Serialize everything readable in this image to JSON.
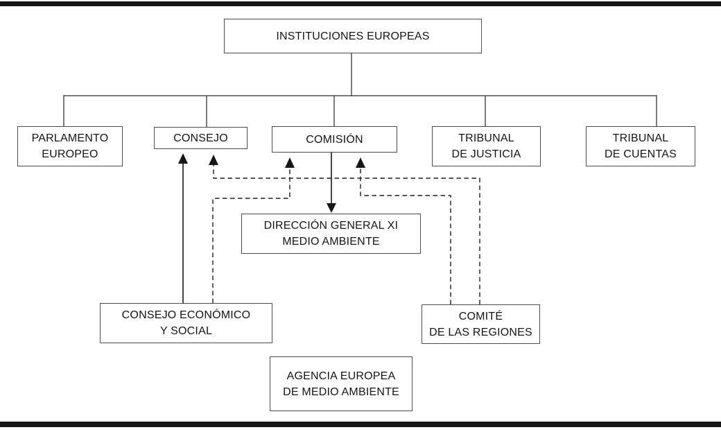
{
  "figure": {
    "language": "es",
    "description": "Organigrama de las instituciones europeas y su relación con los órganos consultivos y la Agencia Europea de Medio Ambiente"
  },
  "colors": {
    "background": "#ffffff",
    "box_border": "#4c4c4c",
    "tree_line": "#4f4f4f",
    "arrow": "#161616",
    "text": "#141414",
    "frame_rule": "#161616"
  },
  "nodes": {
    "instituciones": {
      "line1": "INSTITUCIONES EUROPEAS"
    },
    "parlamento": {
      "line1": "PARLAMENTO",
      "line2": "EUROPEO"
    },
    "consejo": {
      "line1": "CONSEJO"
    },
    "comision": {
      "line1": "COMISIÓN"
    },
    "justicia": {
      "line1": "TRIBUNAL",
      "line2": "DE JUSTICIA"
    },
    "cuentas": {
      "line1": "TRIBUNAL",
      "line2": "DE CUENTAS"
    },
    "direccion": {
      "line1": "DIRECCIÓN GENERAL XI",
      "line2": "MEDIO AMBIENTE"
    },
    "economico": {
      "line1": "CONSEJO ECONÓMICO",
      "line2": "Y SOCIAL"
    },
    "comite": {
      "line1": "COMITÉ",
      "line2": "DE LAS REGIONES"
    },
    "agencia": {
      "line1": "AGENCIA EUROPEA",
      "line2": "DE MEDIO AMBIENTE"
    }
  },
  "edges": [
    {
      "from": "INSTITUCIONES EUROPEAS",
      "to": "PARLAMENTO EUROPEO",
      "style": "solid-tree"
    },
    {
      "from": "INSTITUCIONES EUROPEAS",
      "to": "CONSEJO",
      "style": "solid-tree"
    },
    {
      "from": "INSTITUCIONES EUROPEAS",
      "to": "COMISIÓN",
      "style": "solid-tree"
    },
    {
      "from": "INSTITUCIONES EUROPEAS",
      "to": "TRIBUNAL DE JUSTICIA",
      "style": "solid-tree"
    },
    {
      "from": "INSTITUCIONES EUROPEAS",
      "to": "TRIBUNAL DE CUENTAS",
      "style": "solid-tree"
    },
    {
      "from": "COMISIÓN",
      "to": "DIRECCIÓN GENERAL XI MEDIO AMBIENTE",
      "style": "solid-arrow-down"
    },
    {
      "from": "CONSEJO ECONÓMICO Y SOCIAL",
      "to": "CONSEJO",
      "style": "solid-arrow-up"
    },
    {
      "from": "CONSEJO ECONÓMICO Y SOCIAL",
      "to": "COMISIÓN",
      "style": "dashed-arrow-up"
    },
    {
      "from": "COMITÉ DE LAS REGIONES",
      "to": "CONSEJO",
      "style": "dashed-arrow-up"
    },
    {
      "from": "COMITÉ DE LAS REGIONES",
      "to": "COMISIÓN",
      "style": "dashed-arrow-up"
    }
  ]
}
